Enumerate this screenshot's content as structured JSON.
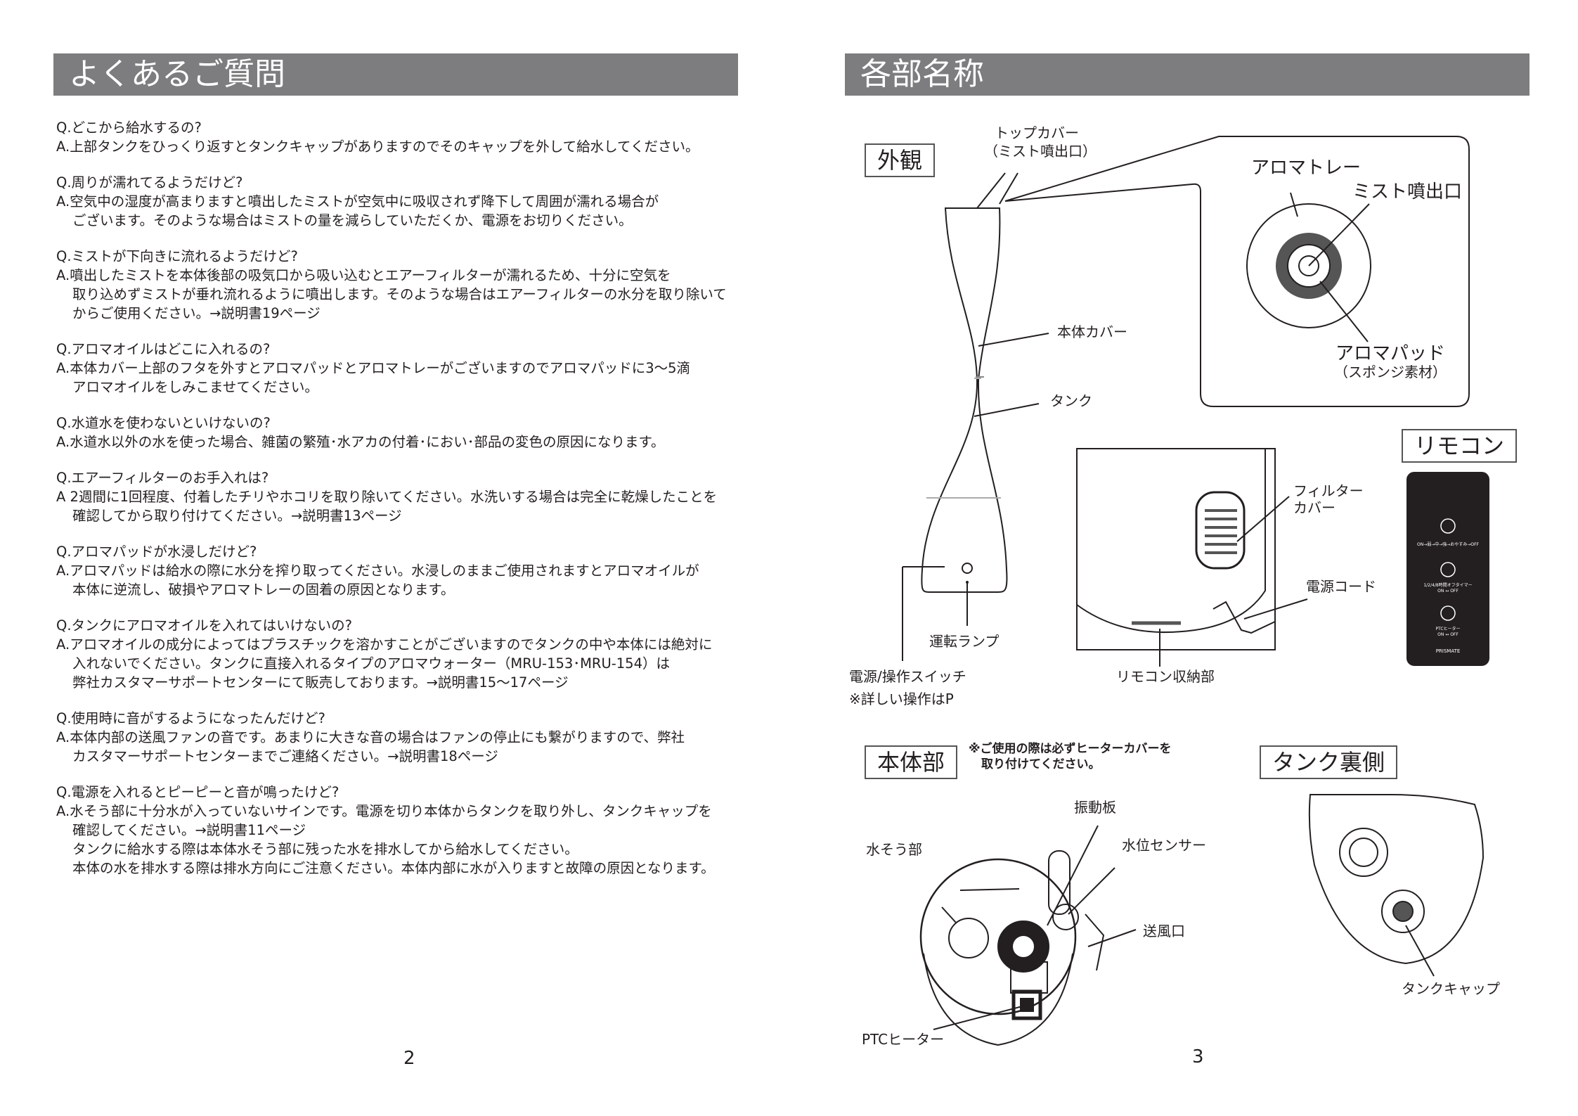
{
  "left": {
    "title": "よくあるご質問",
    "faq": [
      {
        "q": "Q.どこから給水するの?",
        "a": "A.上部タンクをひっくり返すとタンクキャップがありますのでそのキャップを外して給水してください。",
        "extra": []
      },
      {
        "q": "Q.周りが濡れてるようだけど?",
        "a": "A.空気中の湿度が高まりますと噴出したミストが空気中に吸収されず降下して周囲が濡れる場合が",
        "extra": [
          "ございます。そのような場合はミストの量を減らしていただくか、電源をお切りください。"
        ]
      },
      {
        "q": "Q.ミストが下向きに流れるようだけど?",
        "a": "A.噴出したミストを本体後部の吸気口から吸い込むとエアーフィルターが濡れるため、十分に空気を",
        "extra": [
          "取り込めずミストが垂れ流れるように噴出します。そのような場合はエアーフィルターの水分を取り除いて",
          "からご使用ください。→説明書19ページ"
        ]
      },
      {
        "q": "Q.アロマオイルはどこに入れるの?",
        "a": "A.本体カバー上部のフタを外すとアロマパッドとアロマトレーがございますのでアロマパッドに3～5滴",
        "extra": [
          "アロマオイルをしみこませてください。"
        ]
      },
      {
        "q": "Q.水道水を使わないといけないの?",
        "a": "A.水道水以外の水を使った場合、雑菌の繁殖･水アカの付着･におい･部品の変色の原因になります。",
        "extra": []
      },
      {
        "q": "Q.エアーフィルターのお手入れは?",
        "a": "A 2週間に1回程度、付着したチリやホコリを取り除いてください。水洗いする場合は完全に乾燥したことを",
        "extra": [
          "確認してから取り付けてください。→説明書13ページ"
        ]
      },
      {
        "q": "Q.アロマパッドが水浸しだけど?",
        "a": "A.アロマパッドは給水の際に水分を搾り取ってください。水浸しのままご使用されますとアロマオイルが",
        "extra": [
          "本体に逆流し、破損やアロマトレーの固着の原因となります。"
        ]
      },
      {
        "q": "Q.タンクにアロマオイルを入れてはいけないの?",
        "a": "A.アロマオイルの成分によってはプラスチックを溶かすことがございますのでタンクの中や本体には絶対に",
        "extra": [
          "入れないでください。タンクに直接入れるタイプのアロマウォーター（MRU-153･MRU-154）は",
          "弊社カスタマーサポートセンターにて販売しております。→説明書15～17ページ"
        ]
      },
      {
        "q": "Q.使用時に音がするようになったんだけど?",
        "a": "A.本体内部の送風ファンの音です。あまりに大きな音の場合はファンの停止にも繋がりますので、弊社",
        "extra": [
          "カスタマーサポートセンターまでご連絡ください。→説明書18ページ"
        ]
      },
      {
        "q": "Q.電源を入れるとピーピーと音が鳴ったけど?",
        "a": "A.水そう部に十分水が入っていないサインです。電源を切り本体からタンクを取り外し、タンクキャップを",
        "extra": [
          "確認してください。→説明書11ページ",
          "タンクに給水する際は本体水そう部に残った水を排水してから給水してください。",
          "本体の水を排水する際は排水方向にご注意ください。本体内部に水が入りますと故障の原因となります。"
        ]
      }
    ],
    "page_number": "2"
  },
  "right": {
    "title": "各部名称",
    "exterior": {
      "heading": "外観",
      "top_cover": [
        "トップカバー",
        "（ミスト噴出口）"
      ],
      "aroma_tray": "アロマトレー",
      "mist_outlet": "ミスト噴出口",
      "aroma_pad": [
        "アロマパッド",
        "（スポンジ素材）"
      ],
      "body_cover": "本体カバー",
      "tank": "タンク",
      "run_lamp": "運転ランプ",
      "power_switch": "電源/操作スイッチ",
      "power_note": "※詳しい操作はP",
      "filter_cover": [
        "フィルター",
        "カバー"
      ],
      "power_cord": "電源コード",
      "remote_storage": "リモコン収納部"
    },
    "remote": {
      "heading": "リモコン",
      "btn1_label": "ON→弱→中→強→おやすみ→OFF",
      "btn2_label": "1/2/4/8時間オフタイマー",
      "btn2_sub": "ON ↔ OFF",
      "btn3_label": "PTCヒーター",
      "btn3_sub": "ON ↔ OFF",
      "brand": "PRISMATE"
    },
    "body": {
      "heading": "本体部",
      "note": [
        "※ご使用の際は必ずヒーターカバーを",
        "取り付けてください。"
      ],
      "vibration_plate": "振動板",
      "water_tank": "水そう部",
      "water_sensor": "水位センサー",
      "air_outlet": "送風口",
      "ptc_heater": "PTCヒーター"
    },
    "tank_back": {
      "heading": "タンク裏側",
      "tank_cap": "タンクキャップ"
    },
    "page_number": "3"
  }
}
